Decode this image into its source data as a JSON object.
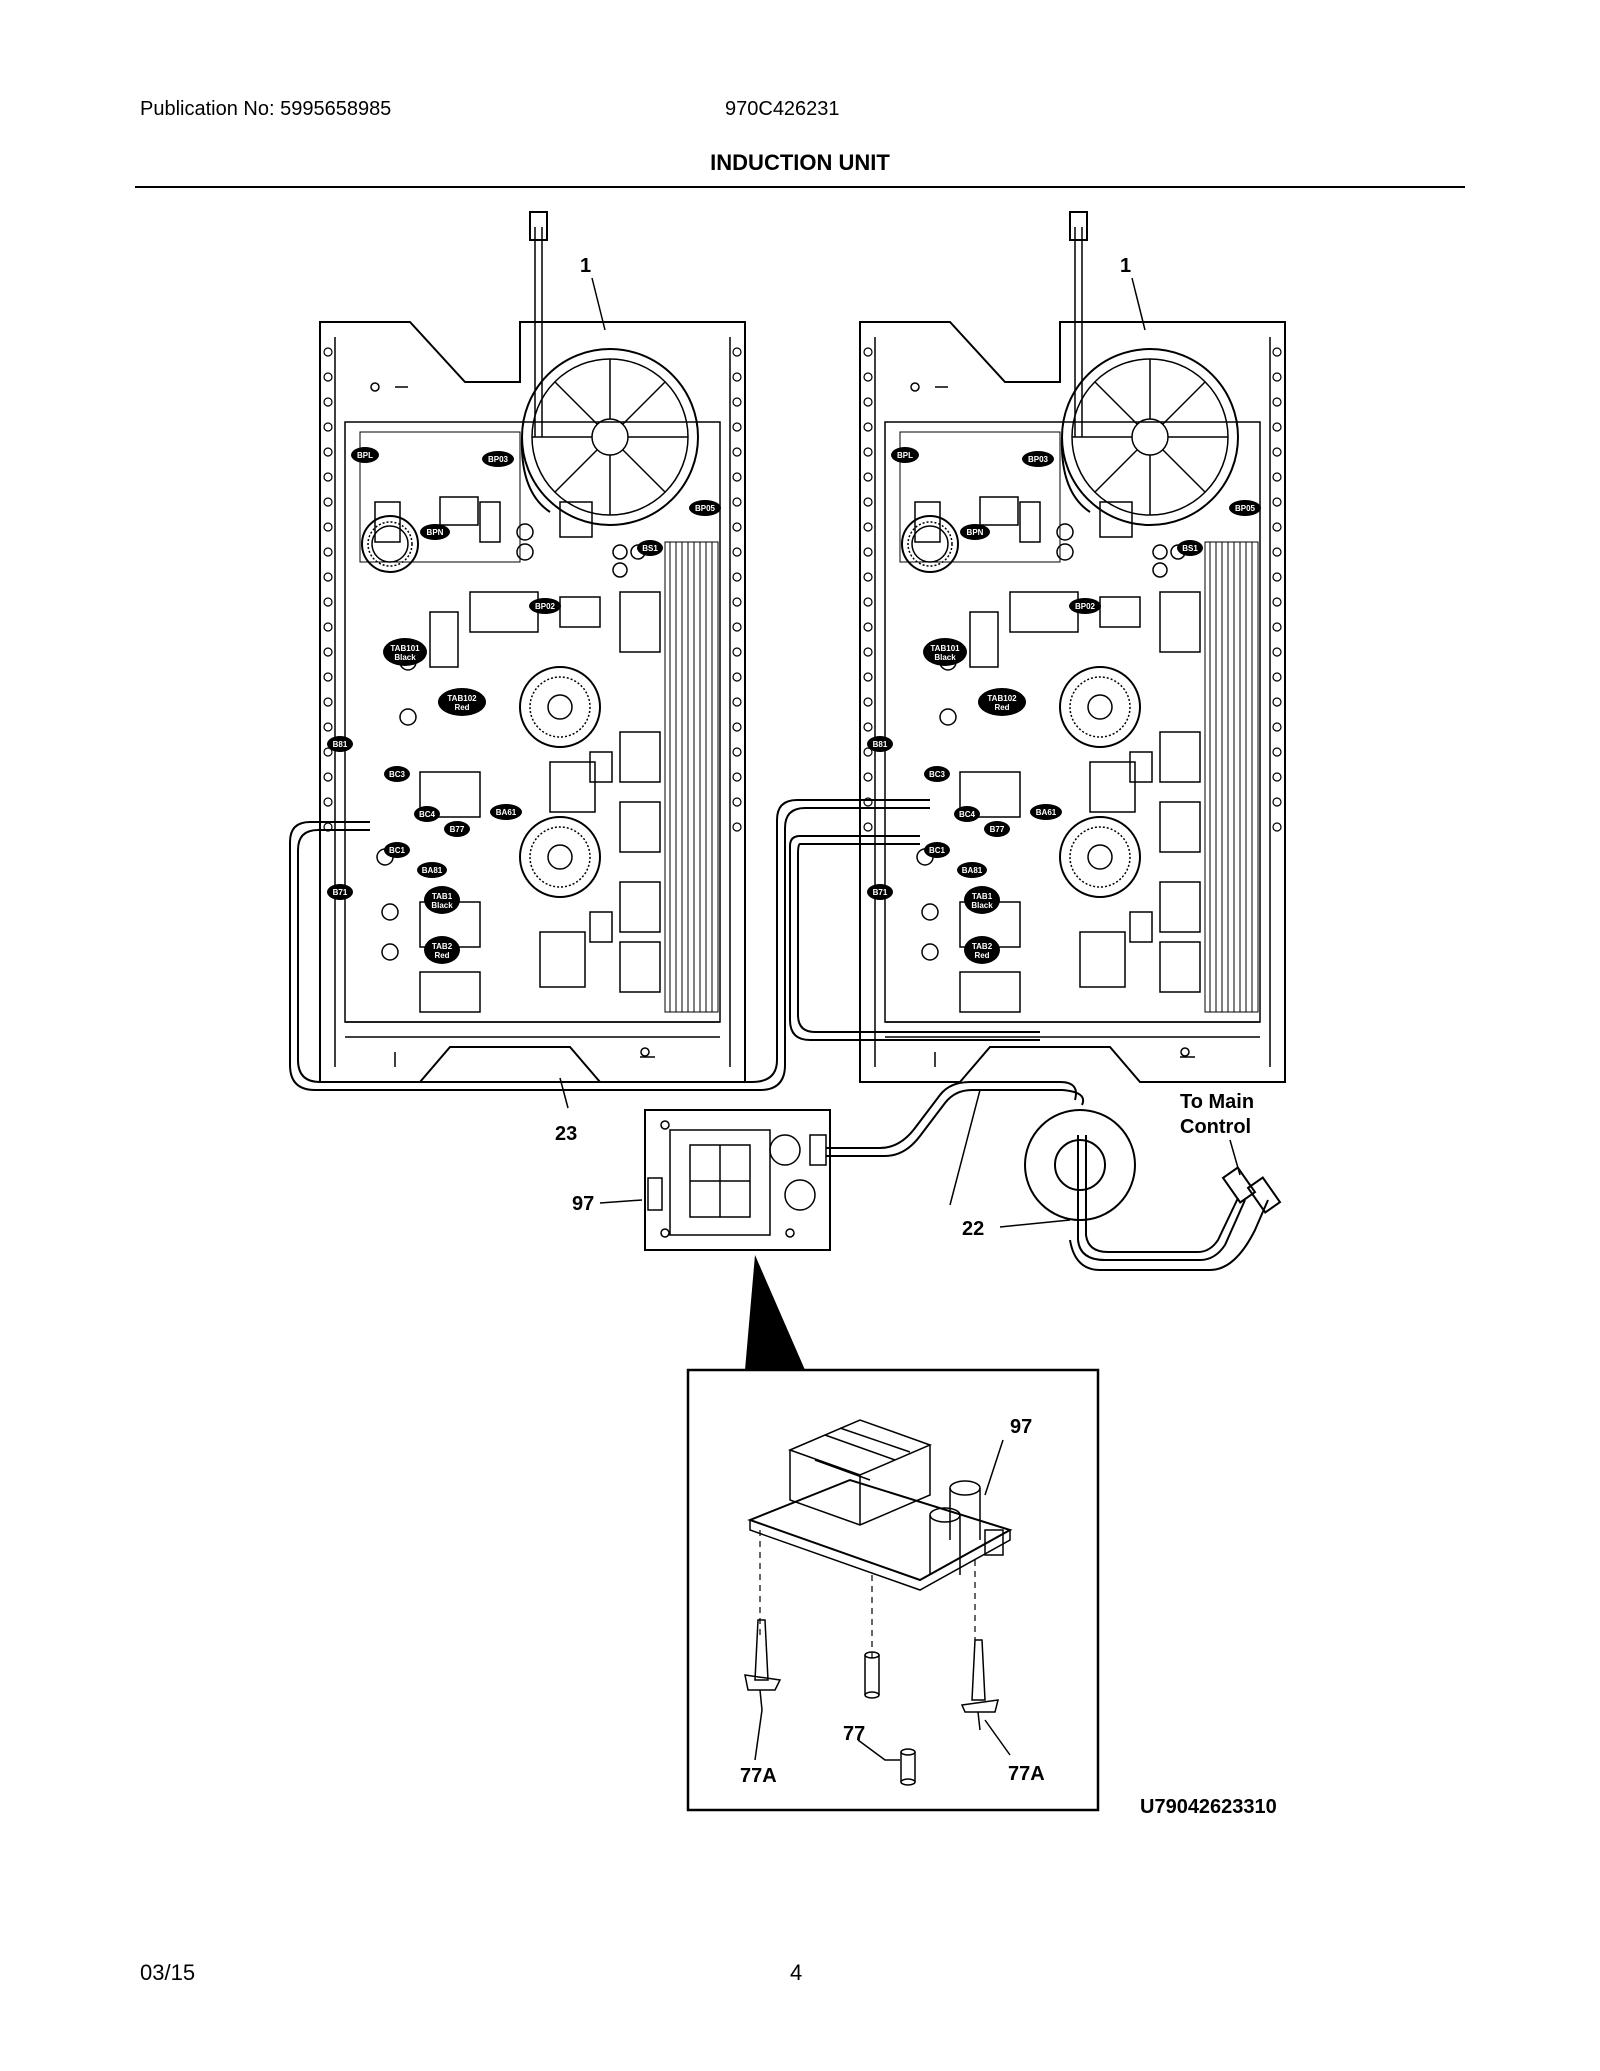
{
  "header": {
    "publication": "Publication No: 5995658985",
    "model": "970C426231",
    "title": "INDUCTION UNIT"
  },
  "callouts": {
    "fan_left": "1",
    "fan_right": "1",
    "harness_23": "23",
    "harness_22": "22",
    "board_97": "97",
    "detail_97": "97",
    "standoff_77a_left": "77A",
    "spacer_77": "77",
    "standoff_77a_right": "77A",
    "to_main_line1": "To Main",
    "to_main_line2": "Control",
    "diagram_code": "U79042623310"
  },
  "board_labels": {
    "bpl": "BPL",
    "bp03": "BP03",
    "bp05": "BP05",
    "bpn": "BPN",
    "bs1": "BS1",
    "bp02": "BP02",
    "tab101_a": "TAB101",
    "tab101_b": "Black",
    "tab102_a": "TAB102",
    "tab102_b": "Red",
    "b81": "B81",
    "bc3": "BC3",
    "bc4": "BC4",
    "b77": "B77",
    "ba61": "BA61",
    "bc1": "BC1",
    "ba81": "BA81",
    "b71": "B71",
    "tab1_a": "TAB1",
    "tab1_b": "Black",
    "tab2_a": "TAB2",
    "tab2_b": "Red"
  },
  "footer": {
    "date": "03/15",
    "page": "4"
  }
}
